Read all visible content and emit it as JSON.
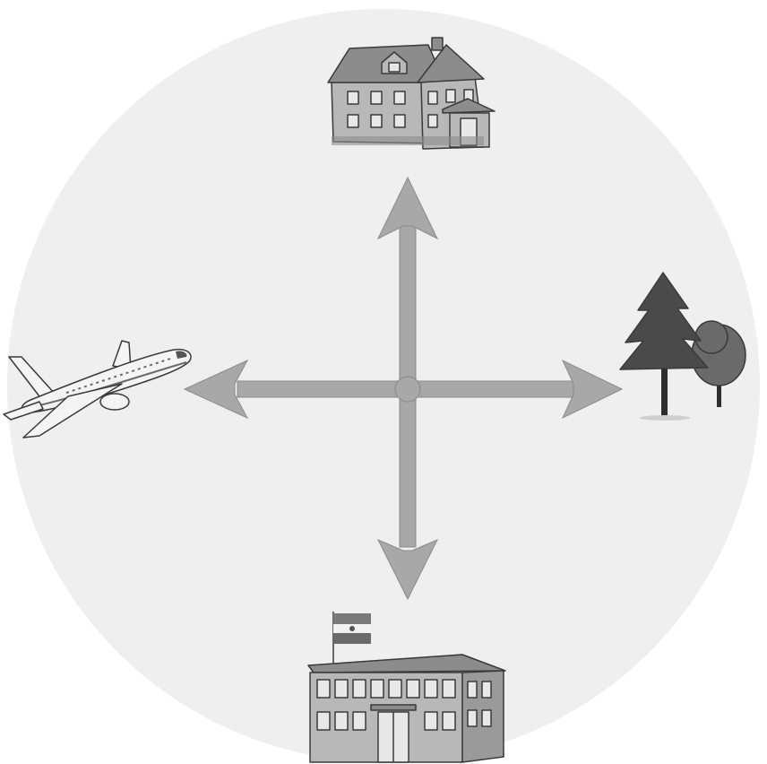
{
  "diagram": {
    "type": "four-direction-compass",
    "center_shape": "circle",
    "arrows": [
      "up",
      "down",
      "left",
      "right"
    ],
    "items": [
      {
        "id": "house",
        "direction": "up",
        "icon": "house-icon"
      },
      {
        "id": "trees",
        "direction": "right",
        "icon": "trees-icon"
      },
      {
        "id": "school",
        "direction": "down",
        "icon": "school-building-icon"
      },
      {
        "id": "airplane",
        "direction": "left",
        "icon": "airplane-icon"
      }
    ],
    "flag_colors": [
      "#7a7a7a",
      "#f2f2f2",
      "#6a6a6a"
    ]
  },
  "colors": {
    "page_background": "#ffffff",
    "circle_fill": "#efefef",
    "arrow_fill": "#a8a8a8",
    "arrow_stroke": "#8a8a8a",
    "outline": "#3a3a3a",
    "wall": "#b8b8b8",
    "roof": "#8c8c8c",
    "window": "#e8e8e8",
    "foliage": "#4a4a4a",
    "foliage_light": "#6a6a6a",
    "trunk": "#2e2e2e",
    "plane_body": "#f4f4f4"
  }
}
